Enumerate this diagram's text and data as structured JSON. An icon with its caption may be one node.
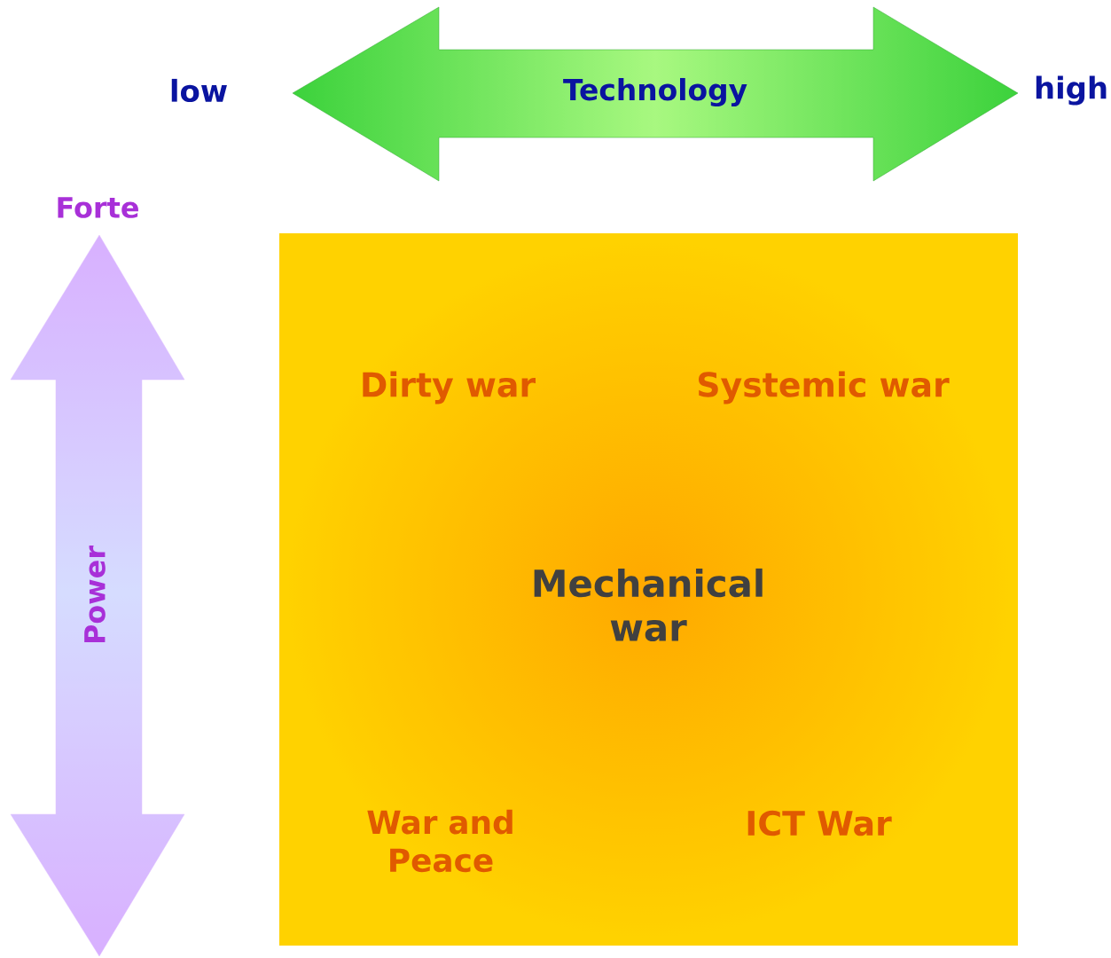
{
  "diagram": {
    "nodes": [
      {
        "text": [
          "Technology"
        ]
      },
      {
        "text": [
          "Power"
        ]
      },
      {
        "text": [
          "Dirty war",
          "Systemic war",
          "Mechanical war",
          "War and Peace",
          "ICT War"
        ]
      }
    ],
    "labels": [
      "low",
      "high",
      "Forte"
    ]
  }
}
